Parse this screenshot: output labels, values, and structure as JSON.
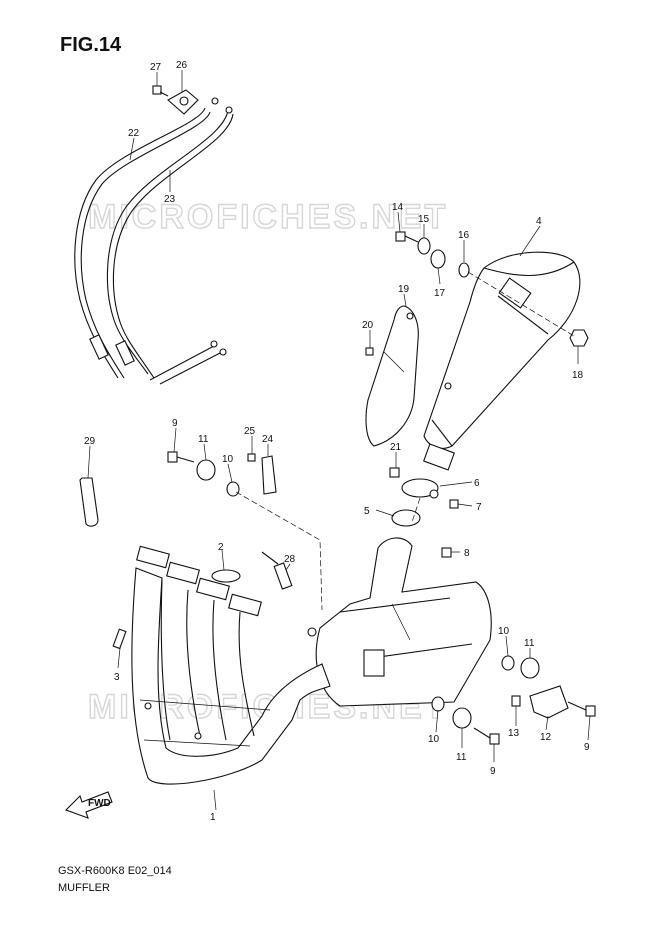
{
  "figure": {
    "title": "FIG.14",
    "code": "GSX-R600K8 E02_014",
    "name": "MUFFLER"
  },
  "watermark": "MICROFICHES.NET",
  "direction_marker": "FWD",
  "callouts": {
    "c1": "1",
    "c2": "2",
    "c3": "3",
    "c4": "4",
    "c5": "5",
    "c6": "6",
    "c7": "7",
    "c8": "8",
    "c9a": "9",
    "c9b": "9",
    "c9c": "9",
    "c10a": "10",
    "c10b": "10",
    "c10c": "10",
    "c11a": "11",
    "c11b": "11",
    "c11c": "11",
    "c12": "12",
    "c13": "13",
    "c14": "14",
    "c15": "15",
    "c16": "16",
    "c17": "17",
    "c18": "18",
    "c19": "19",
    "c20": "20",
    "c21": "21",
    "c22": "22",
    "c23": "23",
    "c24": "24",
    "c25": "25",
    "c26": "26",
    "c27": "27",
    "c28": "28",
    "c29": "29"
  }
}
